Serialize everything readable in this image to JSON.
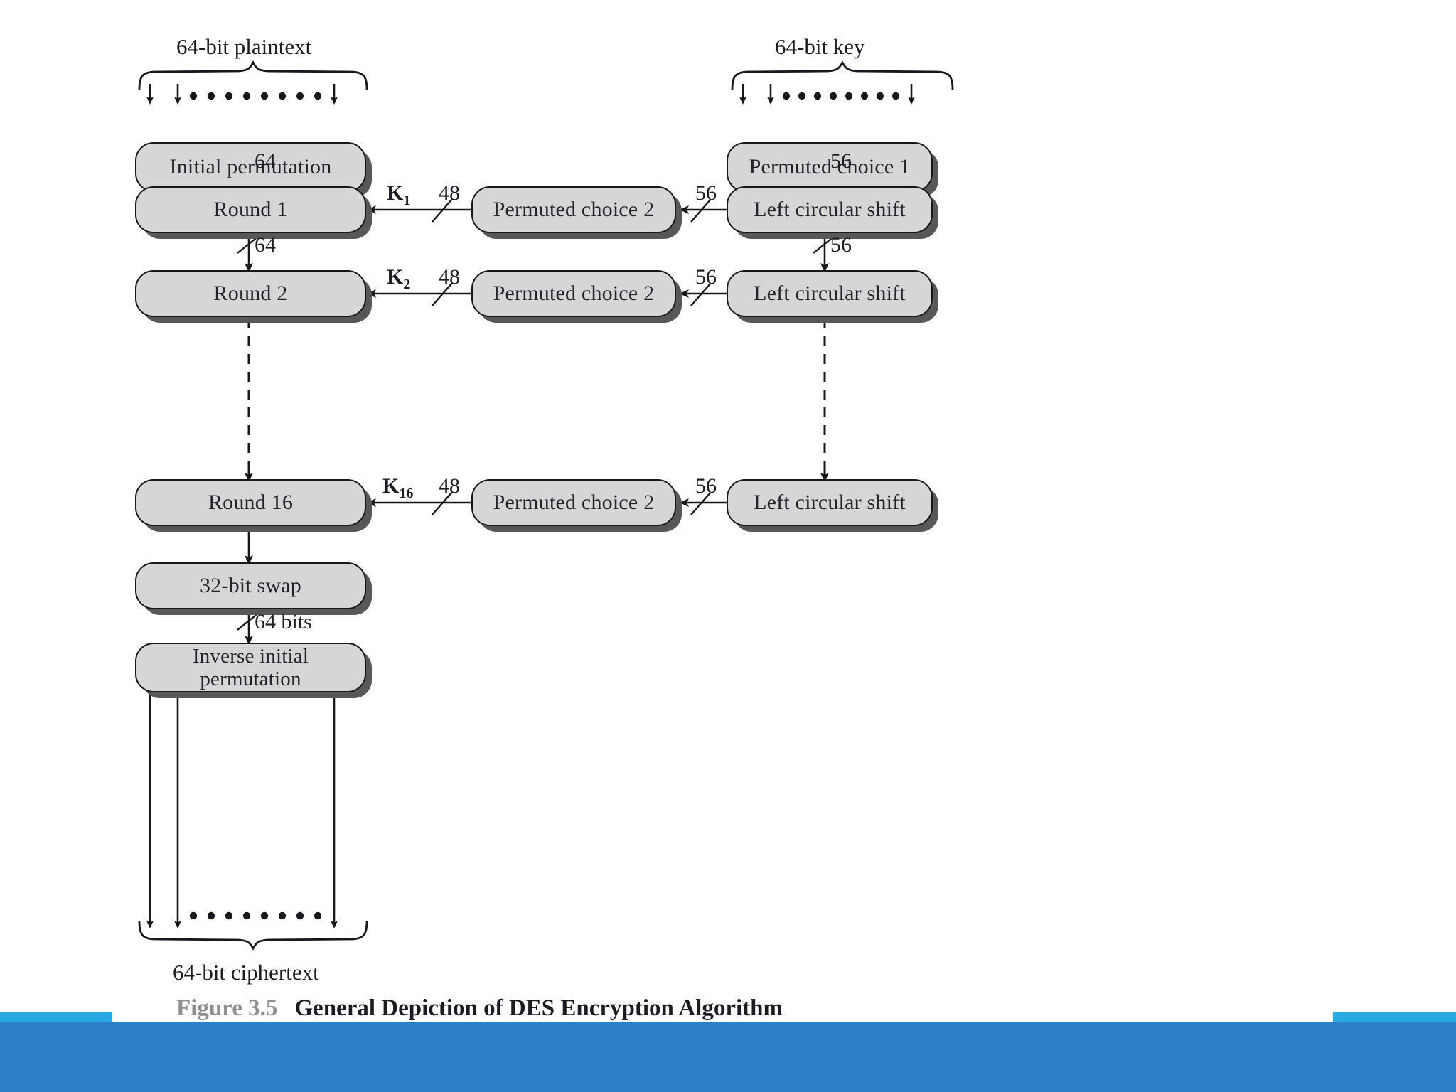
{
  "figure": {
    "number": "Figure 3.5",
    "title": "General Depiction of DES Encryption Algorithm"
  },
  "diagram": {
    "title": "General Depiction of DES Encryption Algorithm",
    "type": "block-flow-diagram",
    "inputs": {
      "plaintext_label": "64-bit plaintext",
      "key_label": "64-bit key"
    },
    "outputs": {
      "ciphertext_label": "64-bit ciphertext"
    },
    "data_path": {
      "initial_permutation": "Initial permutation",
      "round_1": "Round 1",
      "round_2": "Round 2",
      "round_16": "Round 16",
      "swap": "32-bit swap",
      "inverse_permutation_line1": "Inverse initial",
      "inverse_permutation_line2": "permutation"
    },
    "key_schedule": {
      "permuted_choice_1": "Permuted choice 1",
      "permuted_choice_2_a": "Permuted choice 2",
      "permuted_choice_2_b": "Permuted choice 2",
      "permuted_choice_2_c": "Permuted choice 2",
      "left_circular_shift_a": "Left circular shift",
      "left_circular_shift_b": "Left circular shift",
      "left_circular_shift_c": "Left circular shift"
    },
    "bit_widths": {
      "ip_to_round1": "64",
      "round1_to_round2": "64",
      "swap_to_inverse": "64 bits",
      "pc1_to_lcs1": "56",
      "lcs1_to_lcs2": "56",
      "lcs1_to_pc2_a": "56",
      "lcs2_to_pc2_b": "56",
      "lcs3_to_pc2_c": "56",
      "pc2_to_round1": "48",
      "pc2_to_round2": "48",
      "pc2_to_round16": "48"
    },
    "subkeys": {
      "k1_base": "K",
      "k1_sub": "1",
      "k2_base": "K",
      "k2_sub": "2",
      "k16_base": "K",
      "k16_sub": "16"
    },
    "colors": {
      "box_fill": "#d6d6d6",
      "box_border": "#17171c",
      "box_shadow": "#585858",
      "footer_blue": "#2b80c6",
      "footer_light_blue": "#29a9e1",
      "text": "#23232c",
      "figure_number": "#8e8e93"
    }
  }
}
